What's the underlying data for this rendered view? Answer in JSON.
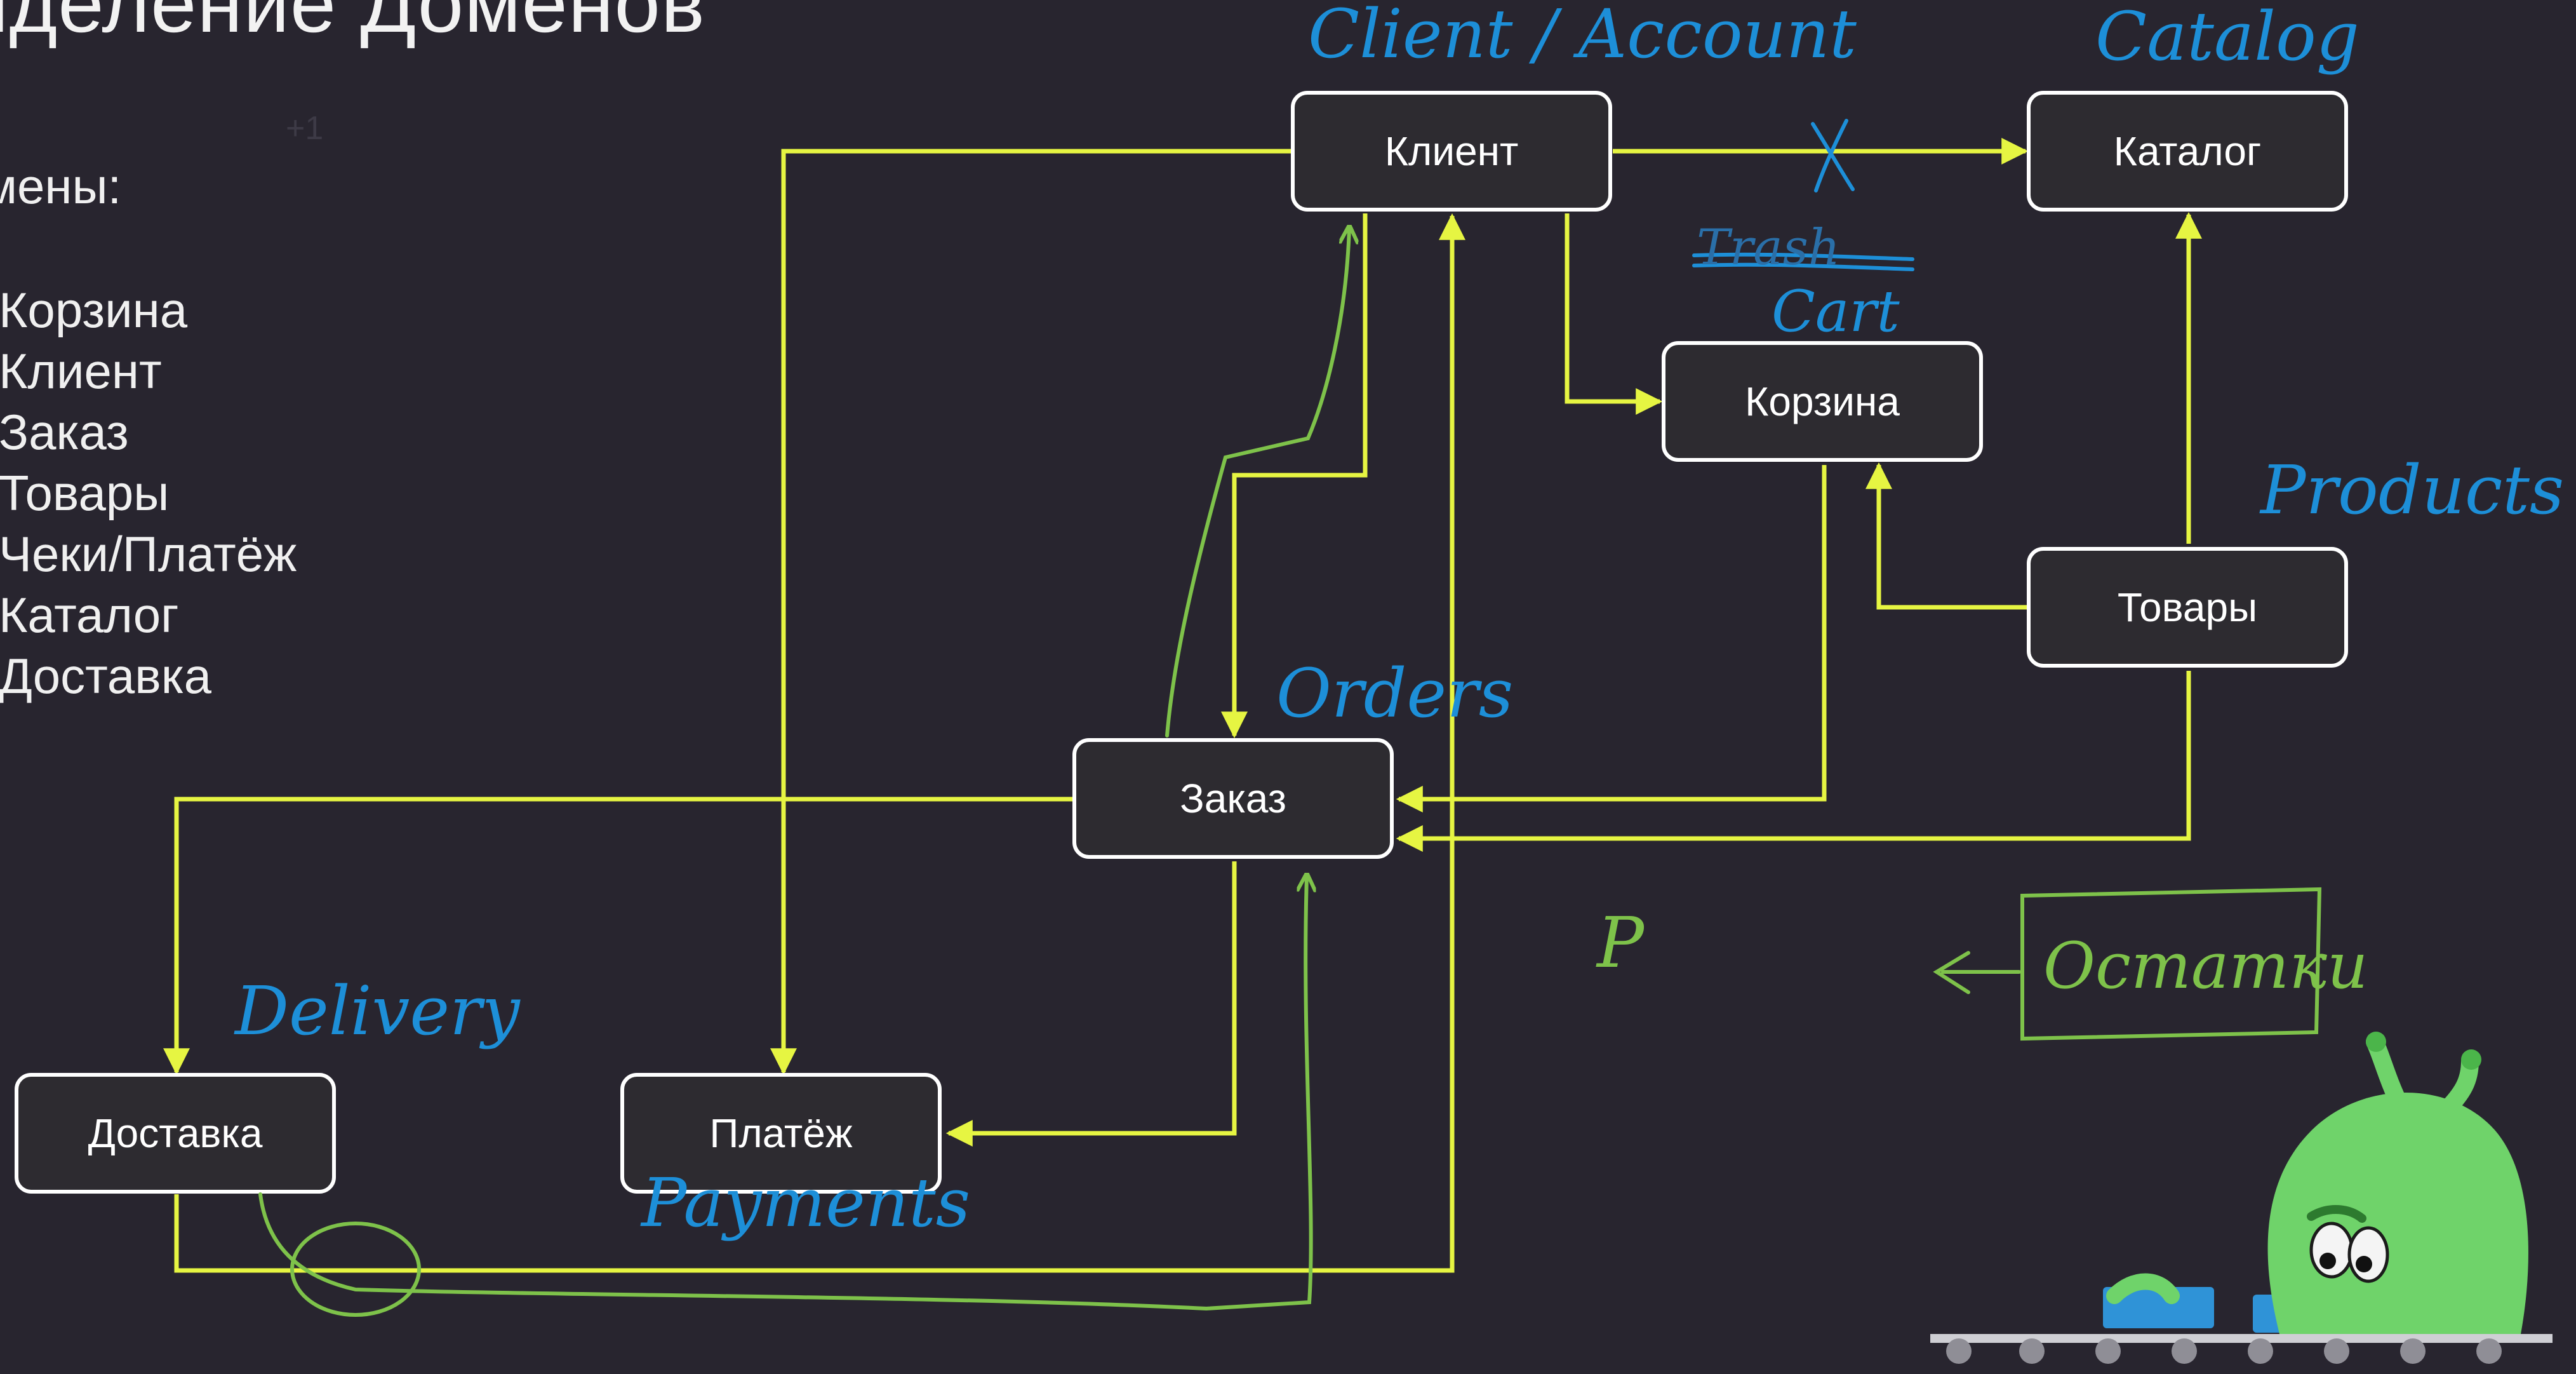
{
  "slide": {
    "title": "ыделение Доменов",
    "counter": "+1",
    "list_heading": "омены:",
    "domains": [
      "Корзина",
      "Клиент",
      "Заказ",
      "Товары",
      "Чеки/Платёж",
      "Каталог",
      "Доставка"
    ]
  },
  "diagram": {
    "nodes": {
      "client": "Клиент",
      "catalog": "Каталог",
      "cart": "Корзина",
      "products": "Товары",
      "order": "Заказ",
      "delivery": "Доставка",
      "payment": "Платёж"
    },
    "edges": [
      {
        "from": "client",
        "to": "catalog"
      },
      {
        "from": "client",
        "to": "cart"
      },
      {
        "from": "client",
        "to": "order"
      },
      {
        "from": "client",
        "to": "payment"
      },
      {
        "from": "products",
        "to": "catalog"
      },
      {
        "from": "products",
        "to": "cart"
      },
      {
        "from": "cart",
        "to": "order"
      },
      {
        "from": "products",
        "to": "order"
      },
      {
        "from": "order",
        "to": "delivery"
      },
      {
        "from": "order",
        "to": "payment"
      },
      {
        "from": "delivery",
        "to": "client"
      }
    ],
    "colors": {
      "background": "#28252f",
      "connector": "#e6f542",
      "handwriting_blue": "#1d8fd8",
      "handwriting_green": "#7ec24a"
    }
  },
  "annotations": {
    "client": "Client / Account",
    "catalog": "Catalog",
    "cart_struck": "Trash",
    "cart": "Cart",
    "products": "Products",
    "order": "Orders",
    "delivery": "Delivery",
    "payment": "Payments",
    "mark_p": "P",
    "stock": "Остатки"
  },
  "icons": [
    "cross-mark",
    "strike-through",
    "arrow-left",
    "ellipse",
    "mascot"
  ]
}
